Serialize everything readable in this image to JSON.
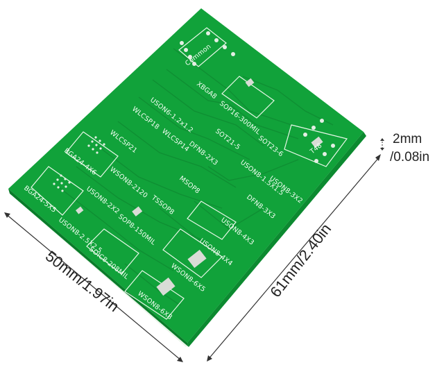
{
  "board": {
    "colors": {
      "pcb": "#11a23a",
      "pcb_dark": "#0a7c2a",
      "trace": "#0f8f33",
      "silk": "#f4fff4",
      "pad": "#d9dcd6",
      "edge": "#e9f5e9"
    },
    "labels": [
      "Common",
      "USON6-1.2x1.2",
      "XBGA8",
      "WLCSP18",
      "WLCSP14",
      "SOP16-300MIL",
      "SOT23-6",
      "SOT21-5",
      "DFN8-2X3",
      "WLCSP21",
      "BGA24-4X6",
      "WSON8-2120",
      "MSOP8",
      "USON8-1.5X1.5",
      "USON8-3X2",
      "BGA24-5X5",
      "USON8-2X2",
      "DFN8-3X3",
      "USON8-2.5X2.5",
      "TSSOP8",
      "SOP8-150MIL",
      "USON8-4X3",
      "USON8-4X4",
      "SOIC8-208MIL",
      "WSON8-6X5",
      "WSON8-6X8",
      "T48"
    ]
  },
  "dimensions": {
    "thickness": "2mm\n/0.08in",
    "thickness_line1": "2mm",
    "thickness_line2": "/0.08in",
    "length": "61mm/2.40in",
    "width": "50mm/1.97in"
  }
}
